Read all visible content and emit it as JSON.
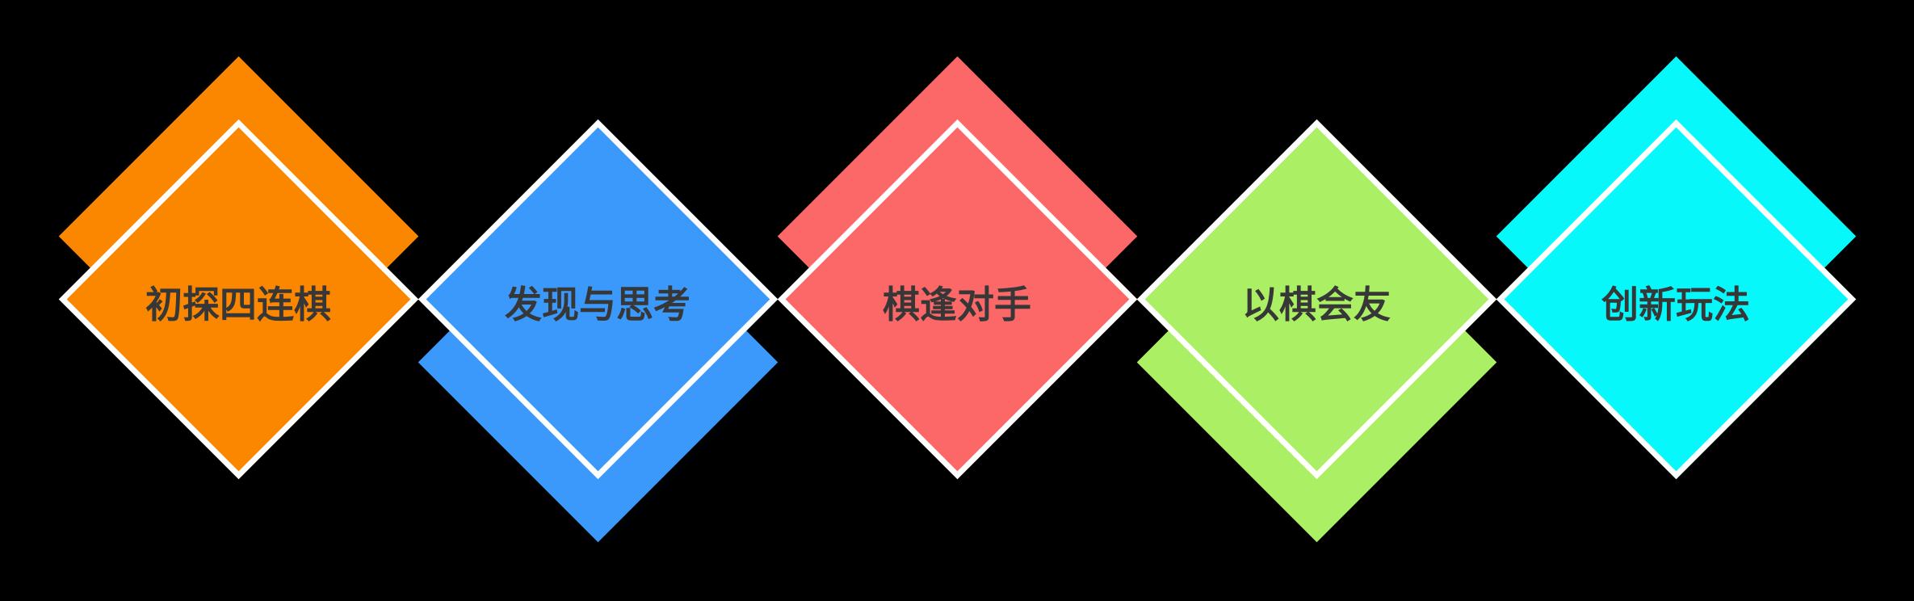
{
  "diagram": {
    "background_color": "#000000",
    "outline_color": "#FFFFFF",
    "label_color": "#373737",
    "items": [
      {
        "label": "初探四连棋",
        "color": "#FB8700",
        "back_offset": "up"
      },
      {
        "label": "发现与思考",
        "color": "#3A99FA",
        "back_offset": "down"
      },
      {
        "label": "棋逢对手",
        "color": "#FC6767",
        "back_offset": "up"
      },
      {
        "label": "以棋会友",
        "color": "#ABEF64",
        "back_offset": "down"
      },
      {
        "label": "创新玩法",
        "color": "#06F8FB",
        "back_offset": "up"
      }
    ]
  }
}
